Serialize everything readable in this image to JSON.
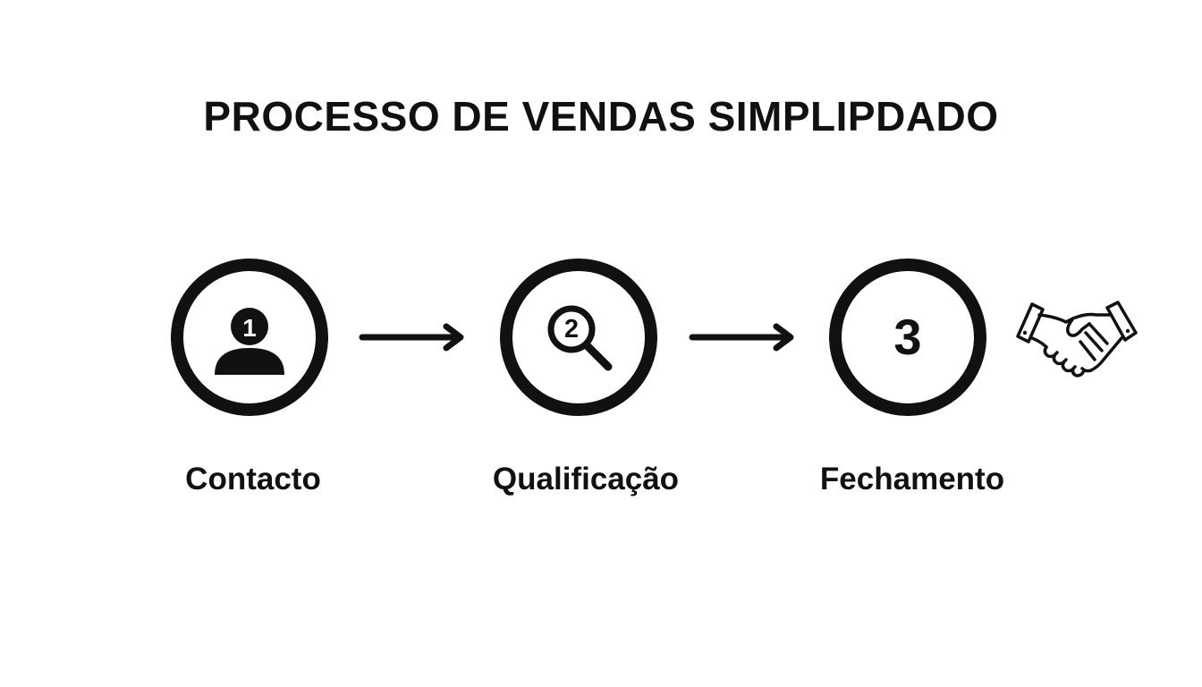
{
  "title": "PROCESSO DE VENDAS SIMPLIPDADO",
  "steps": [
    {
      "number": "1",
      "label": "Contacto",
      "icon": "person-icon"
    },
    {
      "number": "2",
      "label": "Qualificação",
      "icon": "magnifier-icon"
    },
    {
      "number": "3",
      "label": "Fechamento",
      "icon": "handshake-icon"
    }
  ],
  "colors": {
    "foreground": "#111111",
    "background": "#ffffff"
  }
}
